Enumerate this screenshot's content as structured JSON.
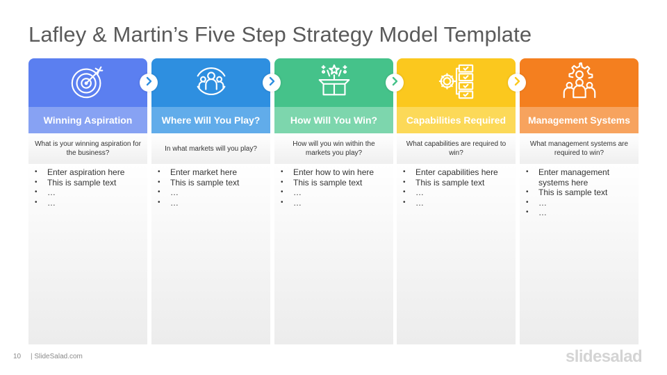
{
  "title": "Lafley & Martin’s Five Step Strategy Model Template",
  "steps": [
    {
      "label": "Winning Aspiration",
      "icon": "target-arrow-icon",
      "head_color": "#5b7ff0",
      "label_color": "#87a2f3",
      "question": "What is your winning aspiration for the business?",
      "bullets": [
        "Enter aspiration here",
        "This is sample text",
        "…",
        "…"
      ]
    },
    {
      "label": "Where Will You Play?",
      "icon": "team-circle-icon",
      "head_color": "#2e8fe0",
      "label_color": "#61acea",
      "question": "In what markets will you play?",
      "bullets": [
        "Enter market here",
        "This is sample text",
        "…",
        "…"
      ]
    },
    {
      "label": "How Will You Win?",
      "icon": "open-box-stars-icon",
      "head_color": "#45c28a",
      "label_color": "#7dd6ad",
      "question": "How will you win within the markets you play?",
      "bullets": [
        "Enter how to win here",
        "This is sample text",
        "…",
        "…"
      ]
    },
    {
      "label": "Capabilities Required",
      "icon": "gear-checklist-icon",
      "head_color": "#fbc81e",
      "label_color": "#fcd958",
      "question": "What capabilities are required to win?",
      "bullets": [
        "Enter capabilities here",
        "This is sample text",
        "…",
        "…"
      ]
    },
    {
      "label": "Management Systems",
      "icon": "gear-people-icon",
      "head_color": "#f47f1f",
      "label_color": "#f7a35e",
      "question": "What management systems are required to win?",
      "bullets": [
        "Enter management systems  here",
        "This is sample text",
        "…",
        "…"
      ]
    }
  ],
  "arrow_icon": "chevron-right-icon",
  "footer": {
    "page_number": "10",
    "site": "| SlideSalad.com",
    "brand": "slidesalad"
  }
}
